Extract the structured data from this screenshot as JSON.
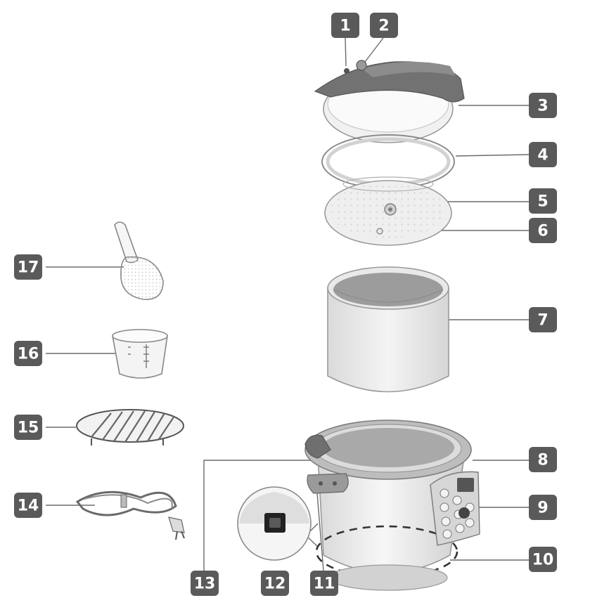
{
  "colors": {
    "badge": "#5a5a5a",
    "badge_text": "#ffffff",
    "lid_dark": "#6f6f6f",
    "metal_light": "#e4e4e4",
    "pot_inner": "#9c9c9c"
  },
  "callouts": [
    "1",
    "2",
    "3",
    "4",
    "5",
    "6",
    "7",
    "8",
    "9",
    "10",
    "11",
    "12",
    "13",
    "14",
    "15",
    "16",
    "17"
  ]
}
